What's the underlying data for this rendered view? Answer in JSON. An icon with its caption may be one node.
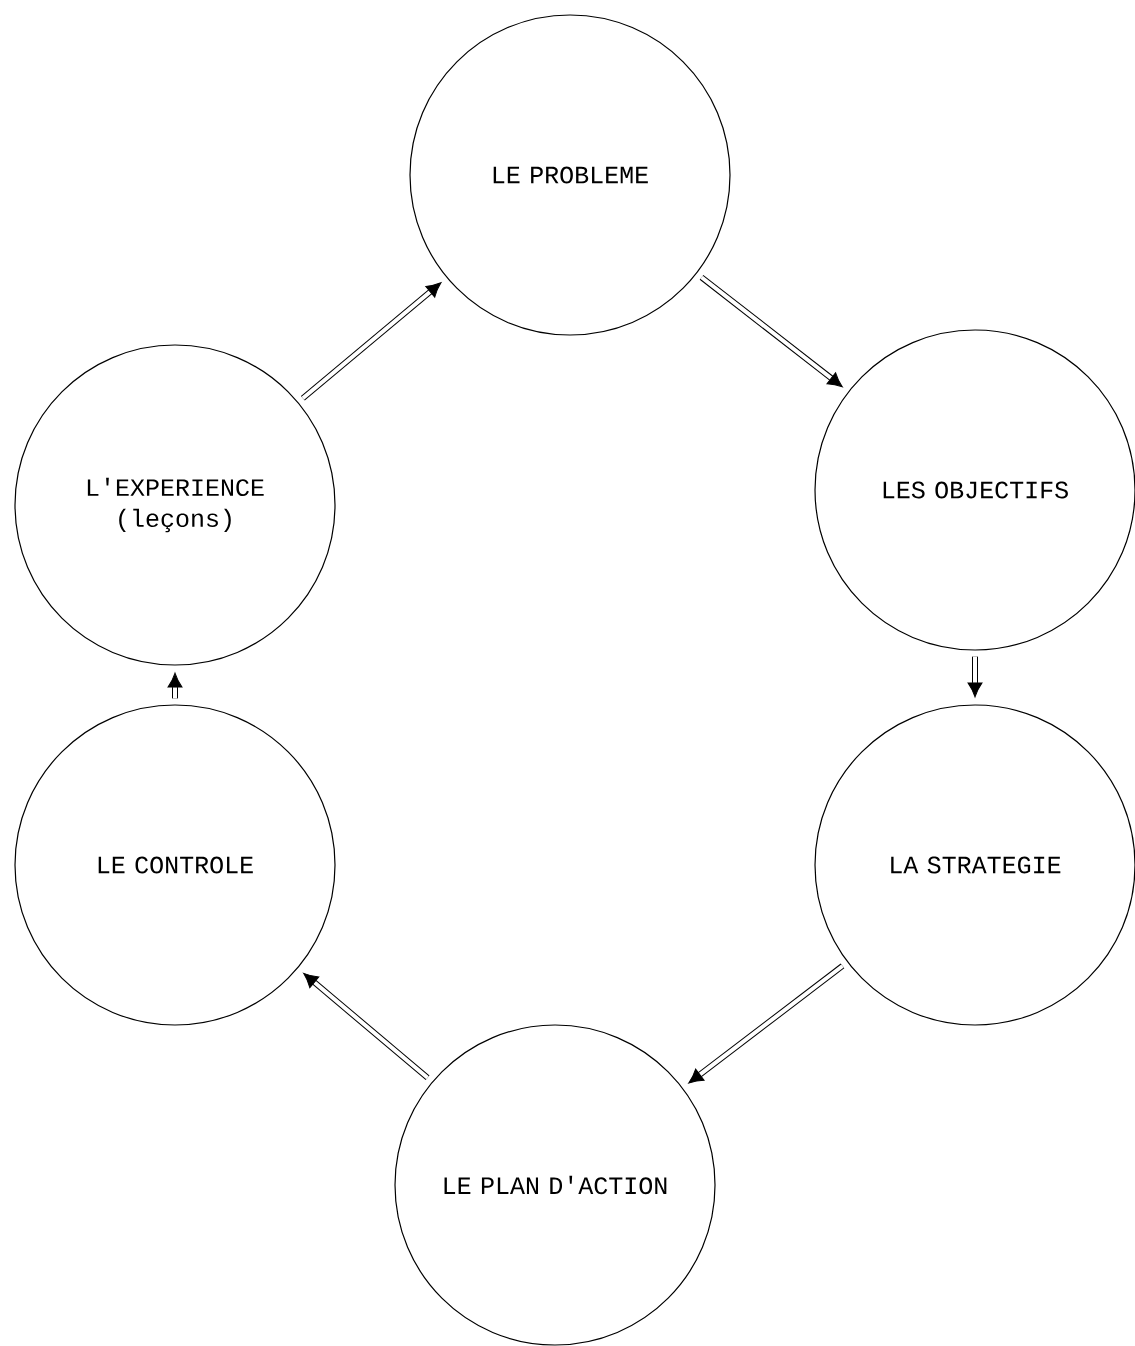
{
  "diagram": {
    "nodes": [
      {
        "text": [
          "LE PROBLEME"
        ]
      },
      {
        "text": [
          "LES OBJECTIFS"
        ]
      },
      {
        "text": [
          "LA STRATEGIE"
        ]
      },
      {
        "text": [
          "LE PLAN D'ACTION"
        ]
      },
      {
        "text": [
          "LE CONTROLE"
        ]
      },
      {
        "text": [
          "L'EXPERIENCE (leçons)"
        ]
      }
    ],
    "edges": [
      {
        "from": 0,
        "to": 1,
        "arrow": "to"
      },
      {
        "from": 1,
        "to": 2,
        "arrow": "to"
      },
      {
        "from": 2,
        "to": 3,
        "arrow": "to"
      },
      {
        "from": 3,
        "to": 4,
        "arrow": "to"
      },
      {
        "from": 4,
        "to": 5,
        "arrow": "to"
      },
      {
        "from": 5,
        "to": 0,
        "arrow": "to"
      }
    ]
  }
}
